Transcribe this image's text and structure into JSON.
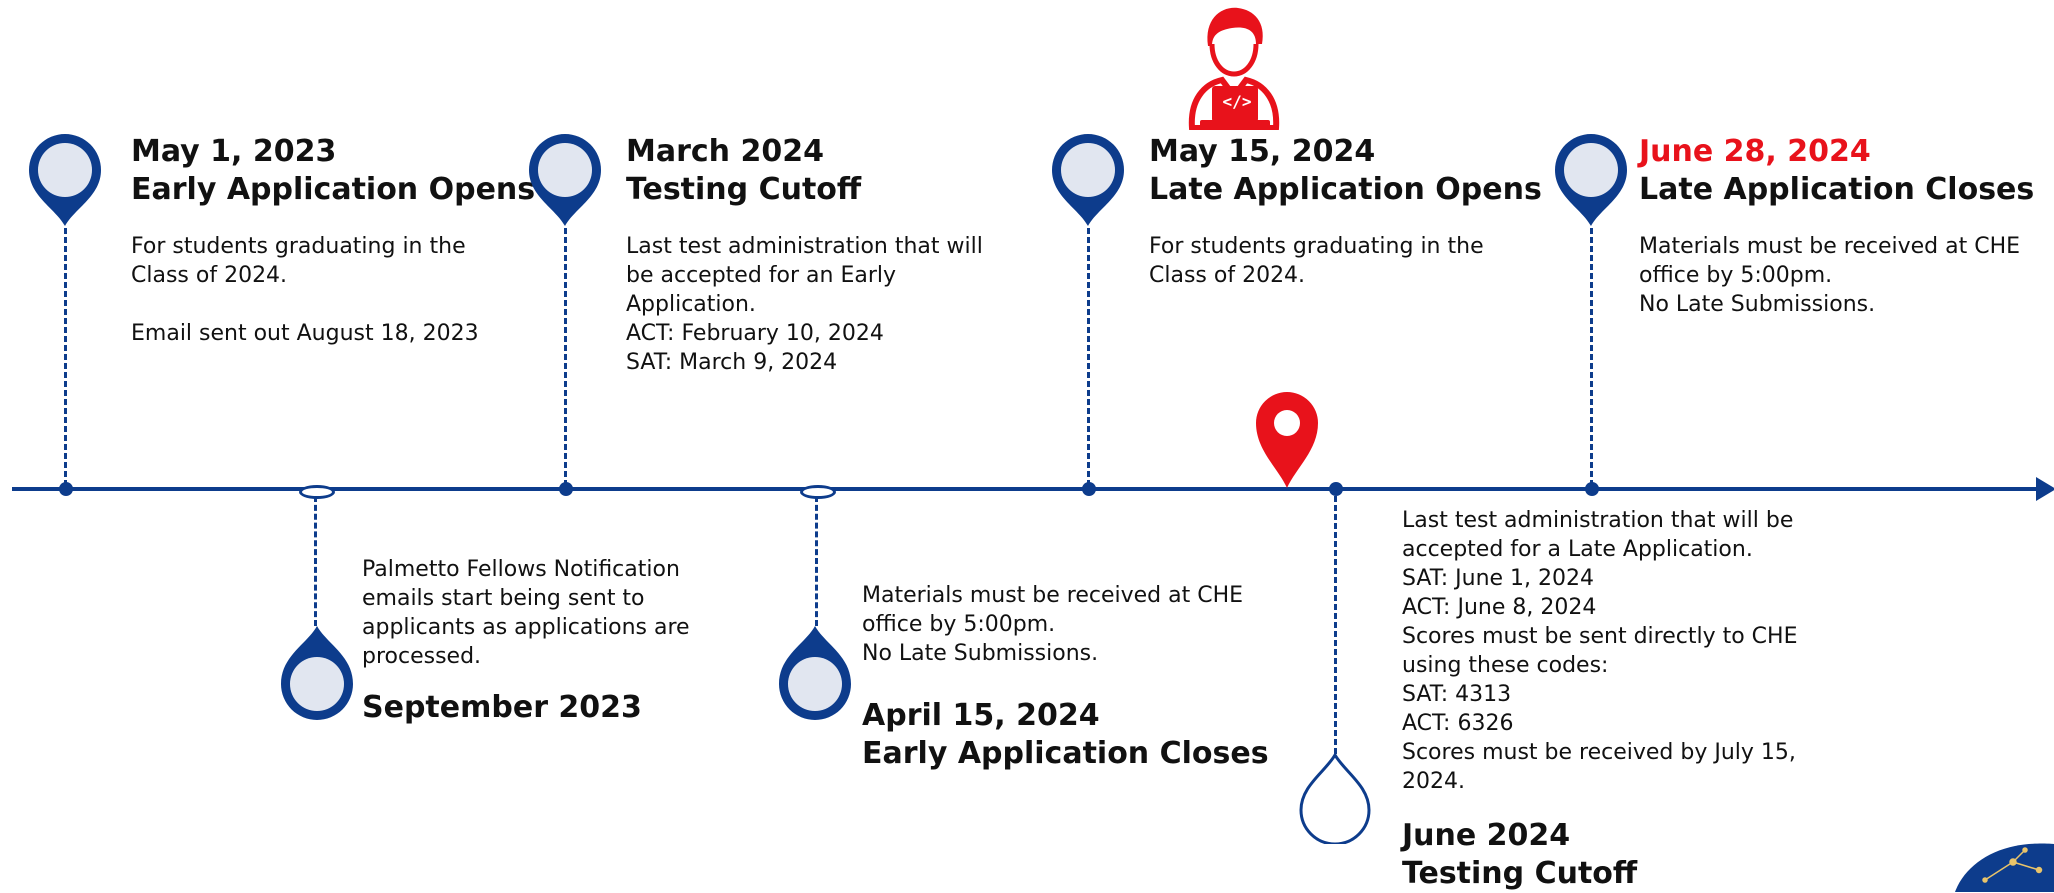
{
  "milestones_above": [
    {
      "date": "May 1, 2023",
      "title": "Early Application Opens",
      "desc": [
        "For students graduating in the",
        "Class of 2024.",
        "",
        "Email sent out August 18, 2023"
      ]
    },
    {
      "date": "March 2024",
      "title": "Testing Cutoff",
      "desc": [
        "Last test administration that will",
        "be accepted for an Early",
        "Application.",
        "ACT: February 10, 2024",
        "SAT: March 9, 2024"
      ]
    },
    {
      "date": "May 15, 2024",
      "title": "Late Application Opens",
      "desc": [
        "For students graduating in the",
        "Class of 2024."
      ]
    },
    {
      "date": "June 28, 2024",
      "title": "Late Application Closes",
      "desc": [
        "Materials must be received at CHE",
        "office by 5:00pm.",
        "No Late Submissions."
      ]
    }
  ],
  "milestones_below": [
    {
      "date": "September 2023",
      "title": "",
      "desc": [
        "Palmetto Fellows Notification",
        "emails start being sent to",
        "applicants as applications are",
        "processed."
      ]
    },
    {
      "date": "April 15, 2024",
      "title": "Early Application Closes",
      "desc": [
        "Materials must be received at CHE",
        "office by 5:00pm.",
        "No Late Submissions."
      ]
    },
    {
      "date": "June 2024",
      "title": "Testing Cutoff",
      "desc": [
        "Last test administration that will be",
        "accepted for a Late Application.",
        "SAT: June 1, 2024",
        "ACT: June 8, 2024",
        "Scores must be sent directly to CHE",
        "using these codes:",
        "SAT: 4313",
        "ACT: 6326",
        "Scores must be received by July 15,",
        "2024."
      ]
    }
  ],
  "icons": {
    "current_marker": "map-pin-icon",
    "person": "developer-laptop-icon",
    "code_glyph": "</>"
  },
  "colors": {
    "navy": "#0d3c8c",
    "pin_fill": "#e1e6f0",
    "accent_red": "#e8121b"
  }
}
